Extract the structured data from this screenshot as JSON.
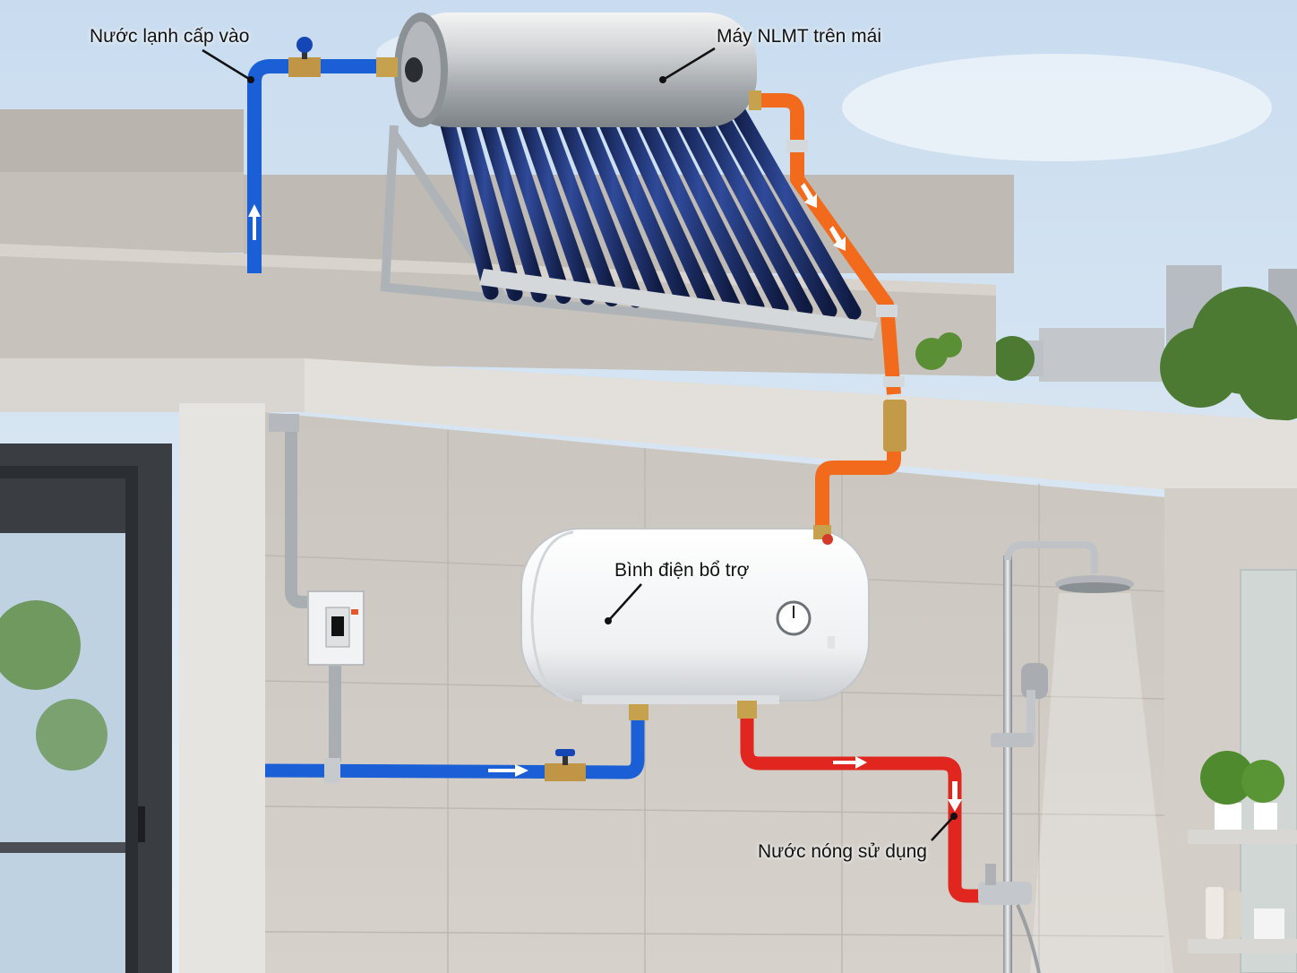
{
  "labels": {
    "cold_inlet": "Nước lạnh cấp vào",
    "solar_heater": "Máy NLMT trên mái",
    "electric_tank": "Bình điện bổ trợ",
    "hot_water_out": "Nước nóng sử dụng"
  },
  "colors": {
    "cold_pipe": "#1a5fd6",
    "hot_pipe_solar": "#f26a1b",
    "hot_pipe_use": "#e0261f",
    "sky": "#dce9f5",
    "wall": "#cfcac4",
    "tube": "#1d2f66"
  },
  "icons": [
    "valve-icon",
    "flow-arrow-icon",
    "breaker-switch-icon",
    "thermometer-gauge-icon",
    "shower-head-icon"
  ]
}
